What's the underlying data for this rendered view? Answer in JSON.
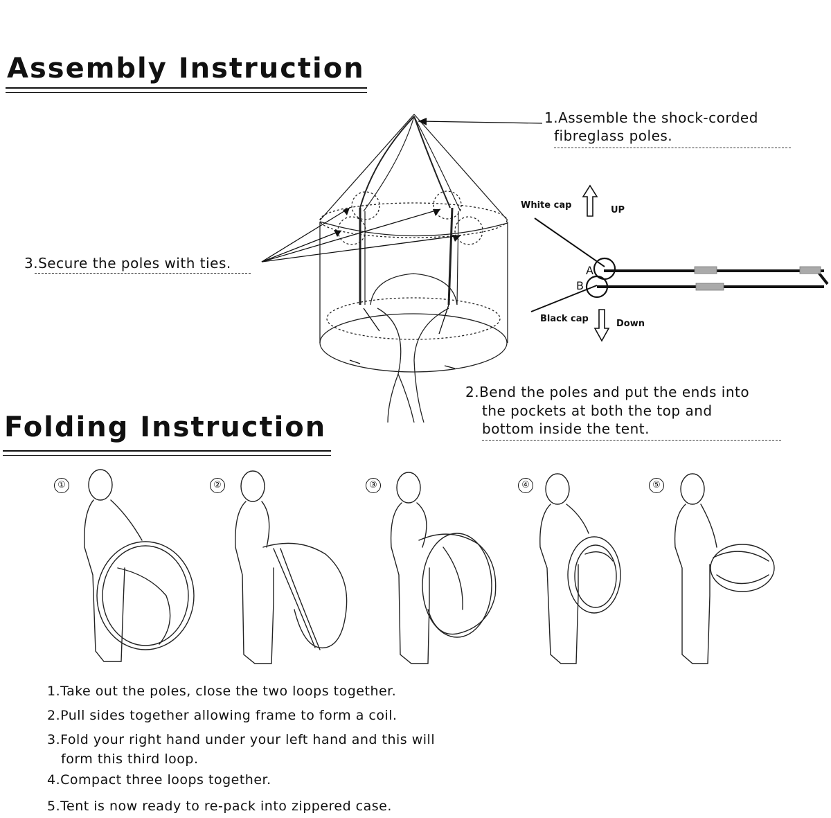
{
  "assembly": {
    "title": "Assembly Instruction",
    "step1_line1": "1.Assemble the shock-corded",
    "step1_line2": "fibreglass poles.",
    "step2_line1": "2.Bend the poles and put the ends into",
    "step2_line2": "the pockets at both the top and",
    "step2_line3": "bottom inside the tent.",
    "step3": "3.Secure the poles with ties.",
    "detail": {
      "white_cap": "White cap",
      "up": "UP",
      "black_cap": "Black cap",
      "down": "Down",
      "label_a": "A",
      "label_b": "B"
    }
  },
  "folding": {
    "title": "Folding Instruction",
    "figure_numbers": [
      "①",
      "②",
      "③",
      "④",
      "⑤"
    ],
    "steps": [
      "1.Take out the poles, close the two loops together.",
      "2.Pull sides together allowing frame to form a coil.",
      "3.Fold your right hand under your left hand and this will",
      "form this third loop.",
      "4.Compact three loops together.",
      "5.Tent is now ready to re-pack into zippered case."
    ]
  }
}
